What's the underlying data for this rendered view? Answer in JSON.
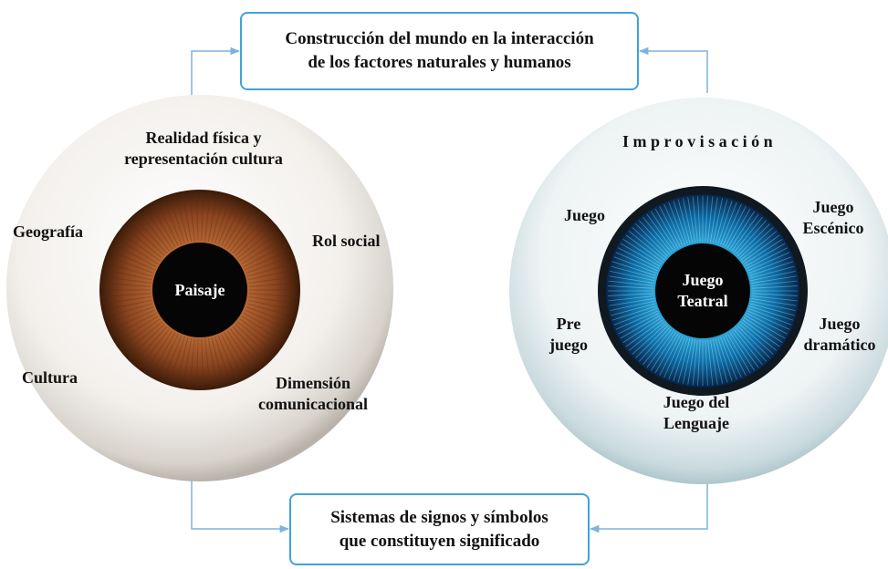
{
  "colors": {
    "accent": "#3fa3d8",
    "connector": "#7fb3dc"
  },
  "top_box": {
    "line1": "Construcción del mundo en la interacción",
    "line2": "de los factores naturales y humanos"
  },
  "bottom_box": {
    "line1": "Sistemas de signos y símbolos",
    "line2": "que constituyen significado"
  },
  "left_eye": {
    "center": "Paisaje",
    "labels": {
      "realidad_1": "Realidad física y",
      "realidad_2": "representación cultura",
      "geografia": "Geografía",
      "rol_social": "Rol social",
      "cultura": "Cultura",
      "dimension_1": "Dimensión",
      "dimension_2": "comunicacional"
    }
  },
  "right_eye": {
    "center_1": "Juego",
    "center_2": "Teatral",
    "labels": {
      "improvisacion": "I m p r o v i s a c i ó n",
      "juego": "Juego",
      "escenico_1": "Juego",
      "escenico_2": "Escénico",
      "pre_1": "Pre",
      "pre_2": "juego",
      "dramatico_1": "Juego",
      "dramatico_2": "dramático",
      "lenguaje_1": "Juego del",
      "lenguaje_2": "Lenguaje"
    }
  }
}
